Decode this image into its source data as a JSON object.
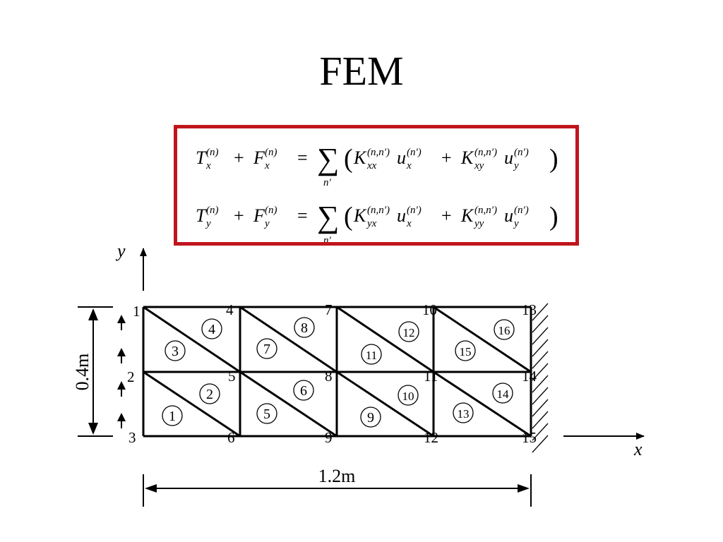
{
  "title": "FEM",
  "colors": {
    "equation_border": "#c0151d"
  },
  "equations": [
    {
      "lhs1": "T",
      "sub1": "x",
      "sup1": "(n)",
      "plus": "+",
      "lhs2": "F",
      "sub2": "x",
      "sup2": "(n)",
      "eq": "=",
      "sum": "∑",
      "sum_index": "n'",
      "k1": "K",
      "k1_sub": "xx",
      "k1_sup": "(n,n')",
      "u1": "u",
      "u1_sub": "x",
      "u1_sup": "(n')",
      "k2": "K",
      "k2_sub": "xy",
      "k2_sup": "(n,n')",
      "u2": "u",
      "u2_sub": "y",
      "u2_sup": "(n')"
    },
    {
      "lhs1": "T",
      "sub1": "y",
      "sup1": "(n)",
      "plus": "+",
      "lhs2": "F",
      "sub2": "y",
      "sup2": "(n)",
      "eq": "=",
      "sum": "∑",
      "sum_index": "n'",
      "k1": "K",
      "k1_sub": "yx",
      "k1_sup": "(n,n')",
      "u1": "u",
      "u1_sub": "x",
      "u1_sup": "(n')",
      "k2": "K",
      "k2_sub": "yy",
      "k2_sup": "(n,n')",
      "u2": "u",
      "u2_sub": "y",
      "u2_sup": "(n')"
    }
  ],
  "axes": {
    "x": "x",
    "y": "y"
  },
  "dimensions": {
    "height": "0.4m",
    "width": "1.2m"
  },
  "nodes": [
    "1",
    "2",
    "3",
    "4",
    "5",
    "6",
    "7",
    "8",
    "9",
    "10",
    "11",
    "12",
    "13",
    "14",
    "15"
  ],
  "elements": [
    "1",
    "2",
    "3",
    "4",
    "5",
    "6",
    "7",
    "8",
    "9",
    "10",
    "11",
    "12",
    "13",
    "14",
    "15",
    "16"
  ]
}
